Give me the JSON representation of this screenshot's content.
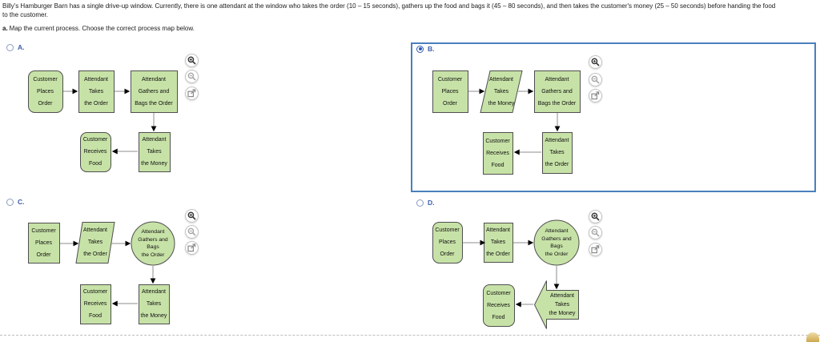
{
  "header": {
    "problem_text": "Billy's Hamburger Barn has a single drive-up window. Currently, there is one attendant at the window who takes the order (10 – 15 seconds), gathers up the food and bags it (45 – 80 seconds), and then takes the customer's money (25 – 50 seconds) before handing the food\nto the customer.",
    "instruction_prefix": "a.",
    "instruction_text": "Map the current process. Choose the correct process map below."
  },
  "options": [
    {
      "label": "A.",
      "selected": false,
      "nodes": [
        {
          "label": "Customer\nPlaces\nOrder"
        },
        {
          "label": "Attendant\nTakes\nthe Order"
        },
        {
          "label": "Attendant\nGathers and\nBags the Order"
        },
        {
          "label": "Attendant\nTakes\nthe Money"
        },
        {
          "label": "Customer\nReceives\nFood"
        }
      ]
    },
    {
      "label": "B.",
      "selected": true,
      "nodes": [
        {
          "label": "Customer\nPlaces\nOrder"
        },
        {
          "label": "Attendant\nTakes\nthe Money"
        },
        {
          "label": "Attendant\nGathers and\nBags the Order"
        },
        {
          "label": "Attendant\nTakes\nthe Order"
        },
        {
          "label": "Customer\nReceives\nFood"
        }
      ]
    },
    {
      "label": "C.",
      "selected": false,
      "nodes": [
        {
          "label": "Customer\nPlaces\nOrder"
        },
        {
          "label": "Attendant\nTakes\nthe Order"
        },
        {
          "label": "Attendant\nGathers and\nBags\nthe Order"
        },
        {
          "label": "Attendant\nTakes\nthe Money"
        },
        {
          "label": "Customer\nReceives\nFood"
        }
      ]
    },
    {
      "label": "D.",
      "selected": false,
      "nodes": [
        {
          "label": "Customer\nPlaces\nOrder"
        },
        {
          "label": "Attendant\nTakes\nthe Order"
        },
        {
          "label": "Attendant\nGathers and\nBags\nthe Order"
        },
        {
          "label": "Attendant\nTakes\nthe Money"
        },
        {
          "label": "Customer\nReceives\nFood"
        }
      ]
    }
  ],
  "icon_buttons": [
    "zoom-in",
    "zoom-out",
    "open-in-new-window"
  ],
  "colors": {
    "node_fill": "#c7e2a7",
    "node_border": "#4f4f4f",
    "connector_line": "#8c8c8c",
    "arrowhead": "#000000",
    "option_label": "#3a5dab",
    "selected_outline": "#4a7fbe",
    "radio_selected": "#2f5bb7"
  }
}
